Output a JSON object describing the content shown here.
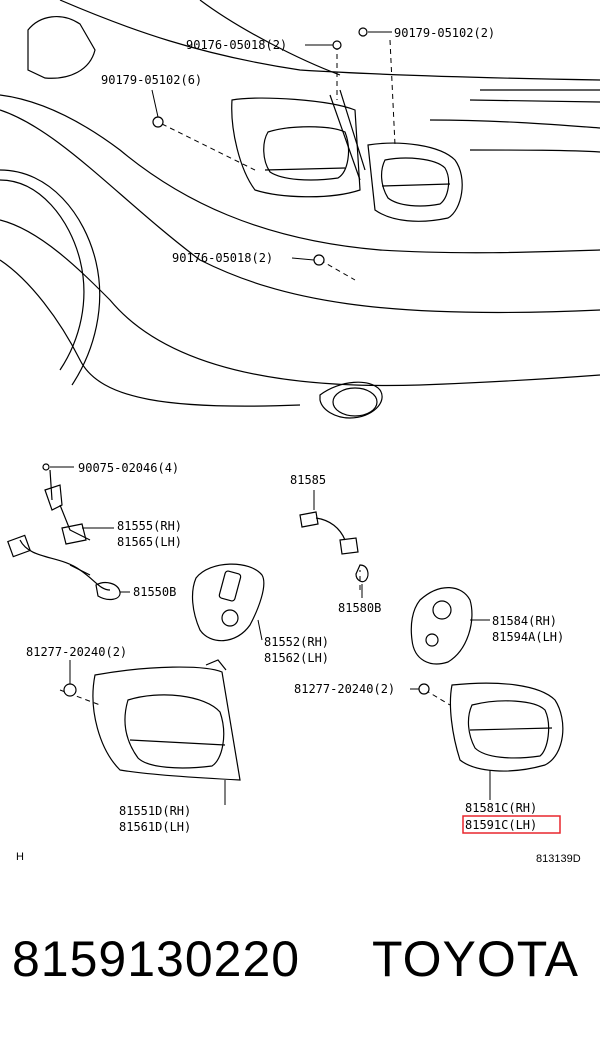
{
  "diagram": {
    "labels": {
      "a": "90176-05018(2)",
      "b": "90179-05102(2)",
      "c": "90179-05102(6)",
      "d": "90176-05018(2)",
      "e": "90075-02046(4)",
      "f": "81555(RH)",
      "g": "81565(LH)",
      "h": "81550B",
      "i": "81552(RH)",
      "j": "81562(LH)",
      "k": "81277-20240(2)",
      "l": "81551D(RH)",
      "m": "81561D(LH)",
      "n": "81585",
      "o": "81580B",
      "p": "81584(RH)",
      "q": "81594A(LH)",
      "r": "81277-20240(2)",
      "s": "81581C(RH)",
      "t": "81591C(LH)"
    },
    "corner_left": "H",
    "corner_right": "813139D",
    "highlight_color": "#e8262d"
  },
  "footer": {
    "part_number": "8159130220",
    "brand": "TOYOTA"
  }
}
